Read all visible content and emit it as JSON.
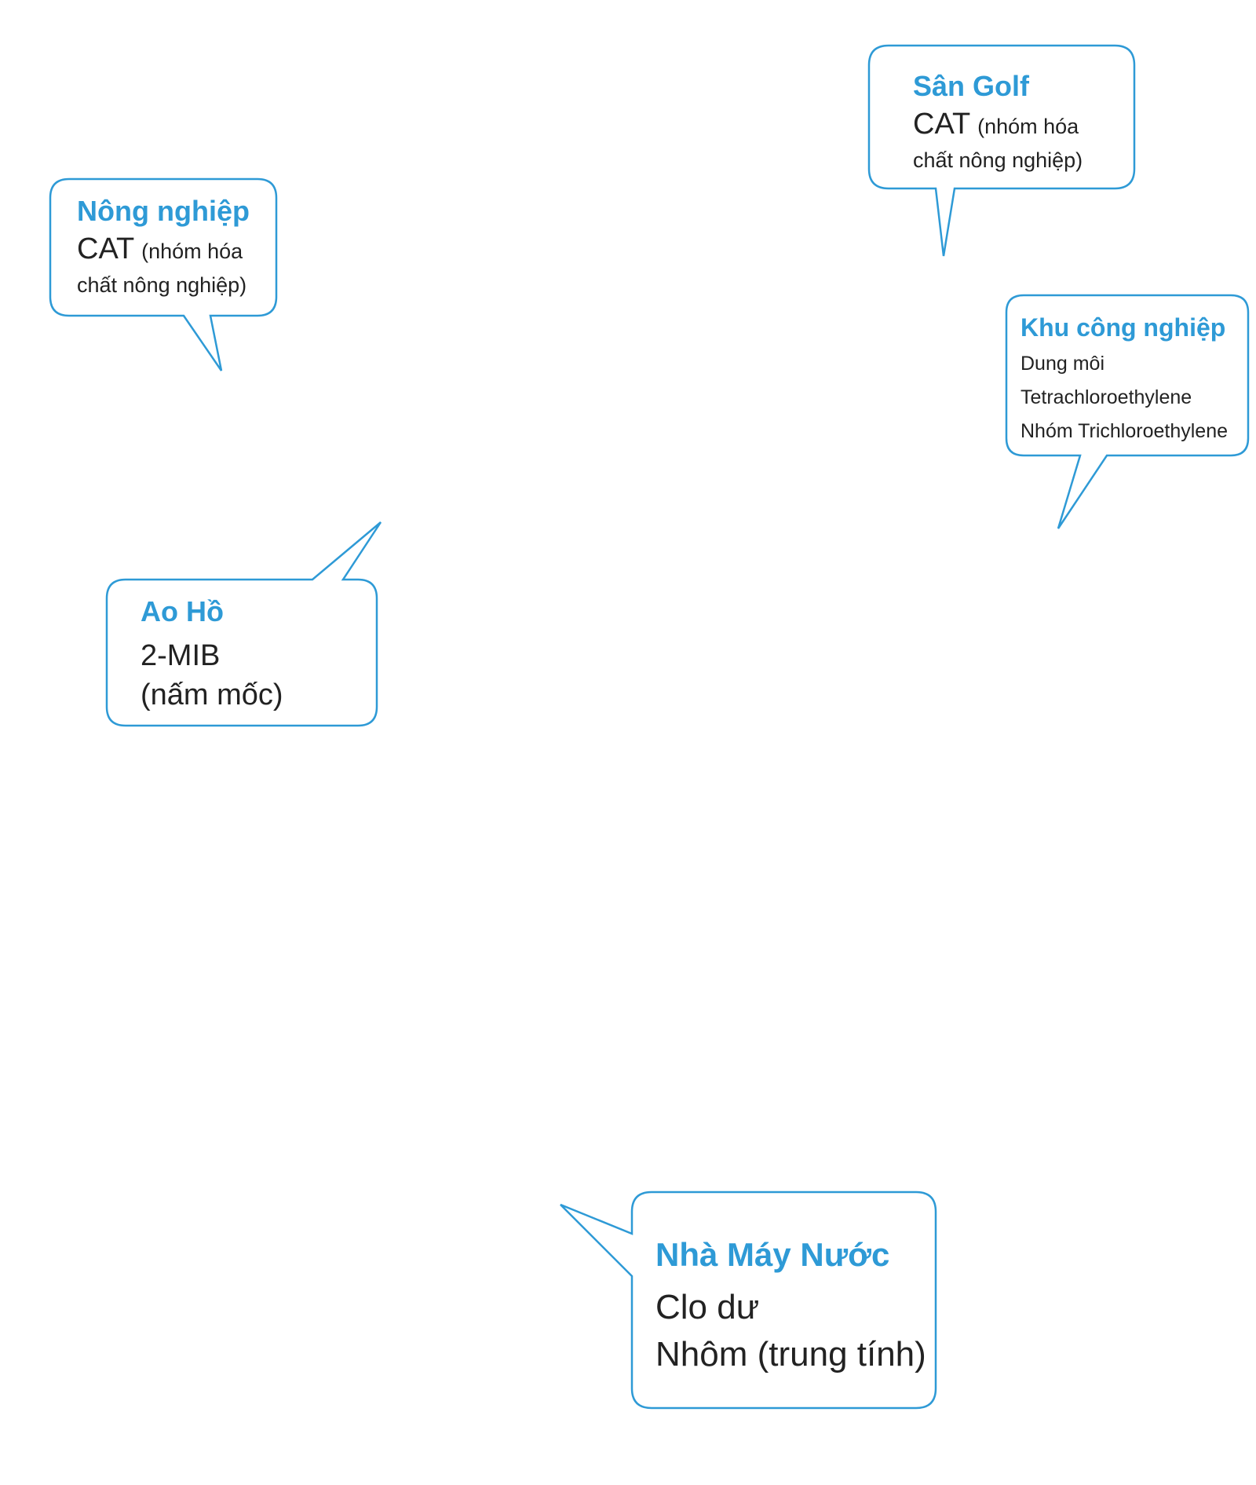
{
  "colors": {
    "accent": "#2e9ad6",
    "text": "#222222",
    "background": "#ffffff"
  },
  "callouts": {
    "nong_nghiep": {
      "title": "Nông nghiệp",
      "main": "CAT",
      "note1": "(nhóm hóa",
      "note2": "chất nông nghiệp)"
    },
    "san_golf": {
      "title": "Sân Golf",
      "main": "CAT",
      "note1": "(nhóm hóa",
      "note2": "chất nông nghiệp)"
    },
    "khu_cong_nghiep": {
      "title": "Khu công nghiệp",
      "lines": [
        "Dung môi",
        "Tetrachloroethylene",
        "Nhóm Trichloroethylene"
      ]
    },
    "ao_ho": {
      "title": "Ao Hồ",
      "lines": [
        "2-MIB",
        "(nấm mốc)"
      ]
    },
    "nha_may_nuoc": {
      "title": "Nhà Máy Nước",
      "lines": [
        "Clo dư",
        "Nhôm (trung tính)"
      ]
    }
  }
}
